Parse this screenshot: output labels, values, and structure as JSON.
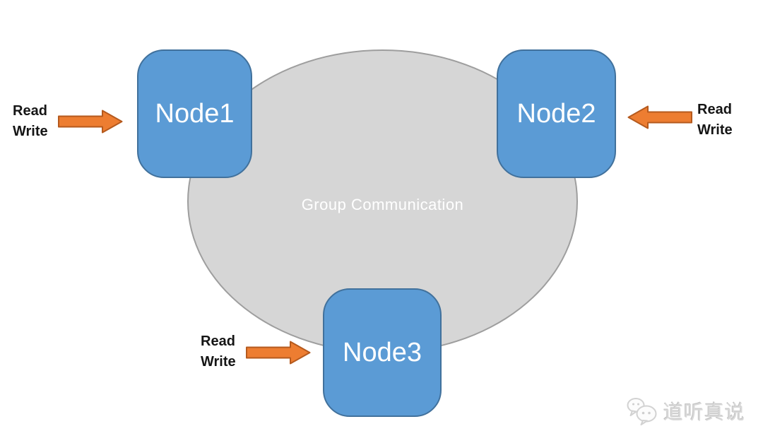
{
  "diagram": {
    "group": {
      "label": "Group Communication"
    },
    "nodes": [
      {
        "id": "node1",
        "label": "Node1"
      },
      {
        "id": "node2",
        "label": "Node2"
      },
      {
        "id": "node3",
        "label": "Node3"
      }
    ],
    "access_labels": [
      {
        "target": "node1",
        "line1": "Read",
        "line2": "Write",
        "arrow_direction": "right"
      },
      {
        "target": "node2",
        "line1": "Read",
        "line2": "Write",
        "arrow_direction": "left"
      },
      {
        "target": "node3",
        "line1": "Read",
        "line2": "Write",
        "arrow_direction": "right"
      }
    ],
    "colors": {
      "node_fill": "#5b9bd5",
      "node_border": "#41719c",
      "arrow_fill": "#ed7d31",
      "arrow_border": "#b55a1e",
      "ellipse_fill": "#d6d6d6",
      "ellipse_border": "#9e9e9e",
      "node_text": "#ffffff",
      "label_text": "#151515",
      "background": "#ffffff"
    }
  },
  "watermark": {
    "icon": "wechat-icon",
    "text": "道听真说"
  }
}
